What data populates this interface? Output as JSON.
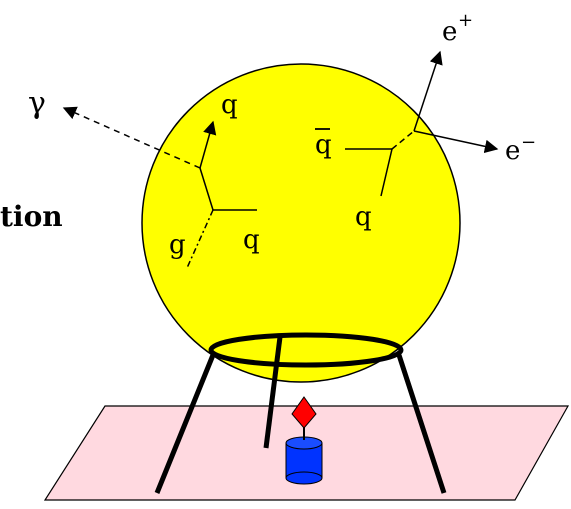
{
  "labels": {
    "photon": "γ",
    "photon_quark": "q",
    "gluon": "g",
    "gluon_quark": "q",
    "antiquark": "q",
    "pair_quark": "q",
    "positron": "e",
    "positron_charge": "+",
    "electron": "e",
    "electron_charge": "−",
    "side_text": "tion"
  },
  "colors": {
    "fireball": "#ffff00",
    "plate": "#ffd9e0",
    "flame": "#ff0000",
    "candle": "#0033ff",
    "line": "#000000"
  }
}
